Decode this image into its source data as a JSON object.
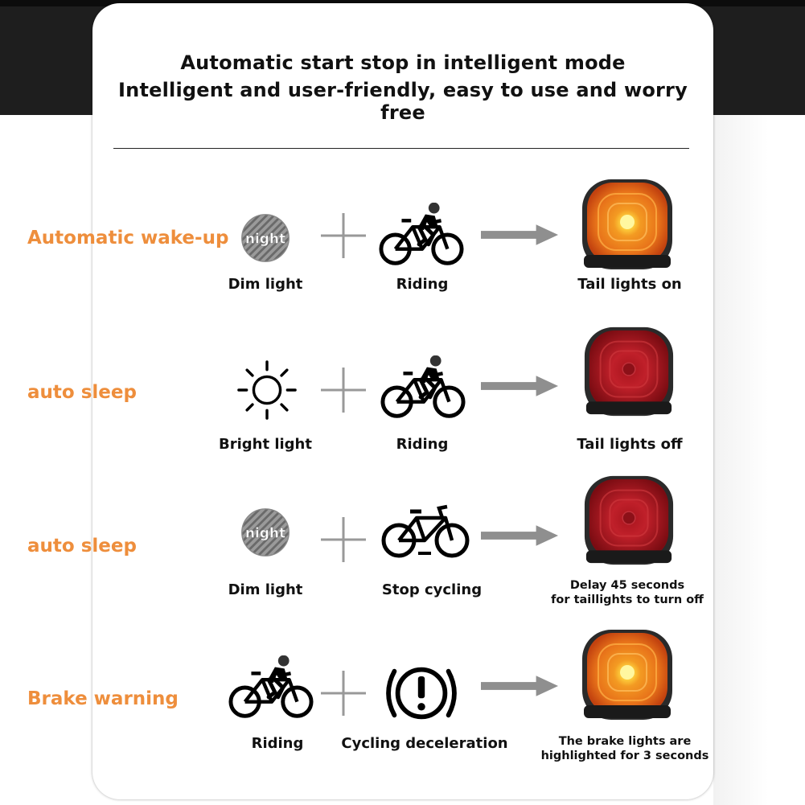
{
  "header": {
    "line1": "Automatic start stop in intelligent mode",
    "line2": "Intelligent and user-friendly, easy to use and worry free"
  },
  "colors": {
    "accent": "#ee8e3c",
    "lamp_on": "#f07a1e",
    "lamp_off": "#b81e26"
  },
  "rows": [
    {
      "mode": "Automatic wake-up",
      "cond1": {
        "icon": "night-moon-icon",
        "badge": "night",
        "label": "Dim light"
      },
      "cond2": {
        "icon": "riding-cyclist-icon",
        "label": "Riding"
      },
      "result": {
        "state": "on",
        "label": "Tail lights on"
      }
    },
    {
      "mode": "auto sleep",
      "cond1": {
        "icon": "sun-icon",
        "label": "Bright light"
      },
      "cond2": {
        "icon": "riding-cyclist-icon",
        "label": "Riding"
      },
      "result": {
        "state": "off",
        "label": "Tail lights off"
      }
    },
    {
      "mode": "auto sleep",
      "cond1": {
        "icon": "night-moon-icon",
        "badge": "night",
        "label": "Dim light"
      },
      "cond2": {
        "icon": "parked-bicycle-icon",
        "label": "Stop cycling"
      },
      "result": {
        "state": "off",
        "label_line1": "Delay 45 seconds",
        "label_line2": "for taillights to turn off"
      }
    },
    {
      "mode": "Brake warning",
      "cond1": {
        "icon": "riding-cyclist-icon",
        "label": "Riding"
      },
      "cond2": {
        "icon": "brake-warning-icon",
        "label": "Cycling deceleration"
      },
      "result": {
        "state": "on",
        "label_line1": "The brake lights are",
        "label_line2": "highlighted for 3 seconds"
      }
    }
  ]
}
